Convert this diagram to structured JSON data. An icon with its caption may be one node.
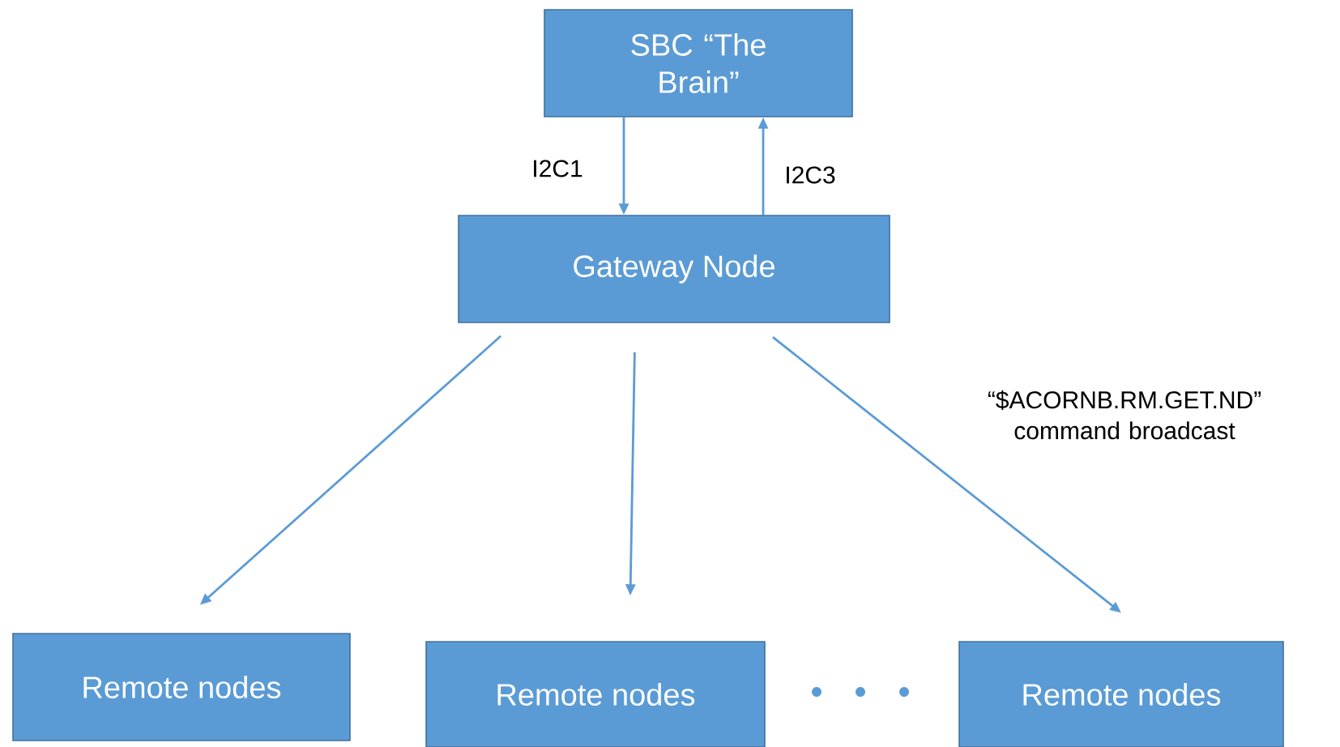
{
  "diagram": {
    "nodes": [
      {
        "text": [
          "SBC “The Brain”"
        ]
      },
      {
        "text": [
          "Gateway Node"
        ]
      },
      {
        "text": [
          "Remote nodes"
        ]
      },
      {
        "text": [
          "Remote nodes"
        ]
      },
      {
        "text": [
          "Remote nodes"
        ]
      }
    ],
    "edges": [
      {
        "from": 0,
        "to": 1,
        "arrow": "to",
        "label": "I2C1"
      },
      {
        "from": 1,
        "to": 0,
        "arrow": "to",
        "label": "I2C3"
      },
      {
        "from": 1,
        "to": 2,
        "arrow": "to"
      },
      {
        "from": 1,
        "to": 3,
        "arrow": "to"
      },
      {
        "from": 1,
        "to": 4,
        "arrow": "to"
      }
    ],
    "labels": [
      "“$ACORNB.RM.GET.ND” command broadcast"
    ]
  }
}
